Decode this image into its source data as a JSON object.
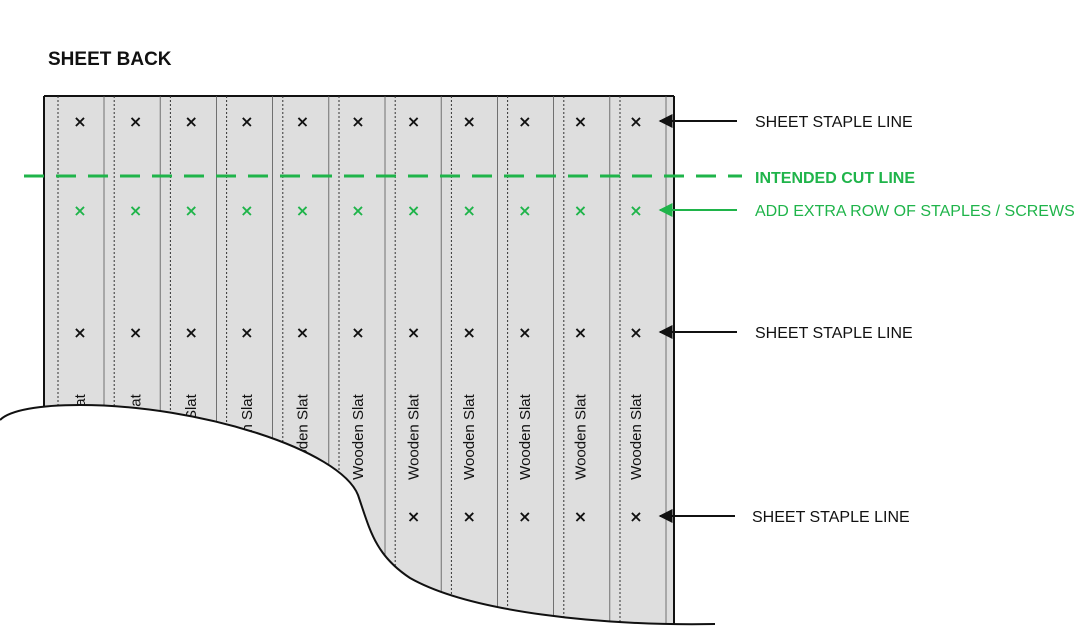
{
  "title": "SHEET BACK",
  "slat_label": "Wooden Slat",
  "slat_count": 11,
  "staple_symbol": "×",
  "labels": {
    "staple_line_top": "SHEET STAPLE LINE",
    "cut_line": "INTENDED CUT LINE",
    "extra_row": "ADD EXTRA ROW OF STAPLES / SCREWS",
    "staple_line_middle": "SHEET STAPLE LINE",
    "staple_line_bottom": "SHEET STAPLE LINE"
  },
  "colors": {
    "sheet_fill": "#dedede",
    "outline": "#111111",
    "accent_green": "#1fb44a",
    "background": "#ffffff"
  }
}
